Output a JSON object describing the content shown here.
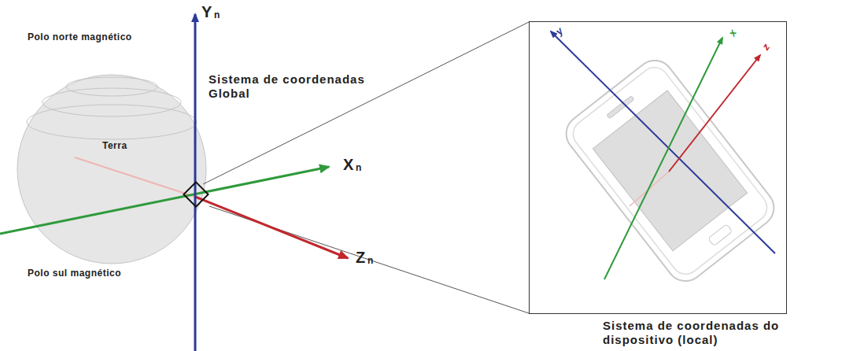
{
  "diagram": {
    "nodes": [
      {
        "text": [
          "y",
          "x",
          "z",
          "Sistema de coordenadas do dispositivo (local)"
        ]
      }
    ],
    "labels": [
      "Polo norte magnético",
      "Terra",
      "Sistema de coordenadas Global",
      "Y",
      "n",
      "X",
      "n",
      "Z",
      "n",
      "Polo sul magnético"
    ]
  }
}
